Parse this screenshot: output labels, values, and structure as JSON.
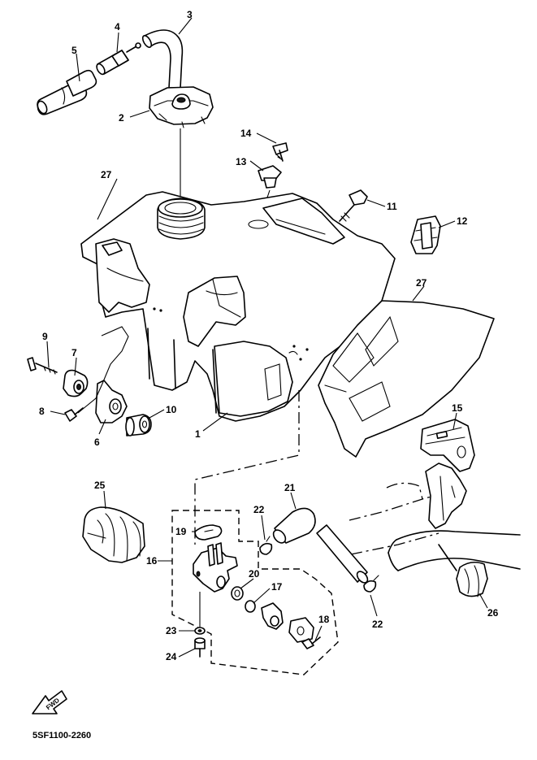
{
  "diagram_code": "5SF1100-2260",
  "fwd_label": "FWD",
  "callouts": [
    {
      "id": "1",
      "label": "1"
    },
    {
      "id": "2",
      "label": "2"
    },
    {
      "id": "3",
      "label": "3"
    },
    {
      "id": "4",
      "label": "4"
    },
    {
      "id": "5",
      "label": "5"
    },
    {
      "id": "6",
      "label": "6"
    },
    {
      "id": "7",
      "label": "7"
    },
    {
      "id": "8",
      "label": "8"
    },
    {
      "id": "9",
      "label": "9"
    },
    {
      "id": "10",
      "label": "10"
    },
    {
      "id": "11",
      "label": "11"
    },
    {
      "id": "12",
      "label": "12"
    },
    {
      "id": "13",
      "label": "13"
    },
    {
      "id": "14",
      "label": "14"
    },
    {
      "id": "15",
      "label": "15"
    },
    {
      "id": "16",
      "label": "16"
    },
    {
      "id": "17",
      "label": "17"
    },
    {
      "id": "18",
      "label": "18"
    },
    {
      "id": "19",
      "label": "19"
    },
    {
      "id": "20",
      "label": "20"
    },
    {
      "id": "21",
      "label": "21"
    },
    {
      "id": "22a",
      "label": "22"
    },
    {
      "id": "22b",
      "label": "22"
    },
    {
      "id": "23",
      "label": "23"
    },
    {
      "id": "24",
      "label": "24"
    },
    {
      "id": "25",
      "label": "25"
    },
    {
      "id": "26",
      "label": "26"
    },
    {
      "id": "27a",
      "label": "27"
    },
    {
      "id": "27b",
      "label": "27"
    }
  ]
}
